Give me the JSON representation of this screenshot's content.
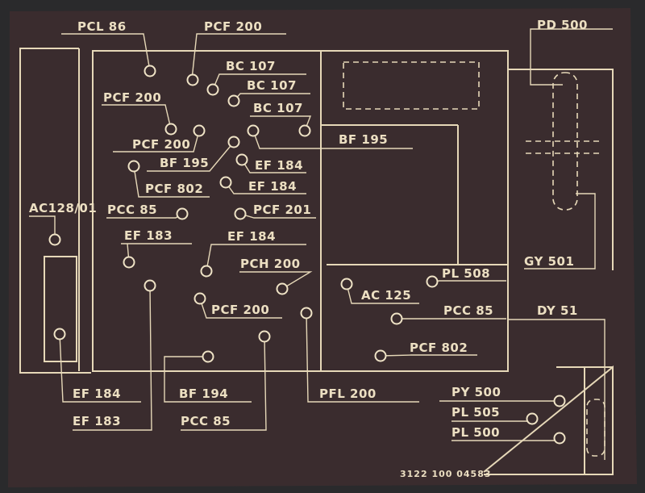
{
  "colors": {
    "board": "#3a2c2e",
    "ink": "#e6d8b8",
    "surround": "#2a2a2c"
  },
  "labels": {
    "pcl86": "PCL 86",
    "pcf200_top": "PCF 200",
    "bc107_1": "BC 107",
    "bc107_2": "BC 107",
    "bc107_3": "BC 107",
    "pcf200_left": "PCF 200",
    "pcf200_mid": "PCF 200",
    "bf195_left": "BF 195",
    "bf195_right": "BF 195",
    "ef184_a": "EF 184",
    "pcf802_left": "PCF 802",
    "ef184_b": "EF 184",
    "pcc85_left": "PCC 85",
    "pcf201": "PCF 201",
    "ac128": "AC128/01",
    "ef183_left": "EF 183",
    "ef184_c": "EF 184",
    "pch200": "PCH 200",
    "pcf200_low": "PCF 200",
    "pd500": "PD 500",
    "gy501": "GY 501",
    "pl508": "PL 508",
    "ac125": "AC 125",
    "pcc85_right": "PCC 85",
    "dy51": "DY 51",
    "pcf802_right": "PCF 802",
    "ef184_bottom": "EF 184",
    "bf194": "BF 194",
    "pfl200": "PFL 200",
    "ef183_bottom": "EF 183",
    "pcc85_bottom": "PCC 85",
    "py500": "PY 500",
    "pl505": "PL 505",
    "pl500": "PL 500",
    "part_number": "3122 100 04583"
  }
}
